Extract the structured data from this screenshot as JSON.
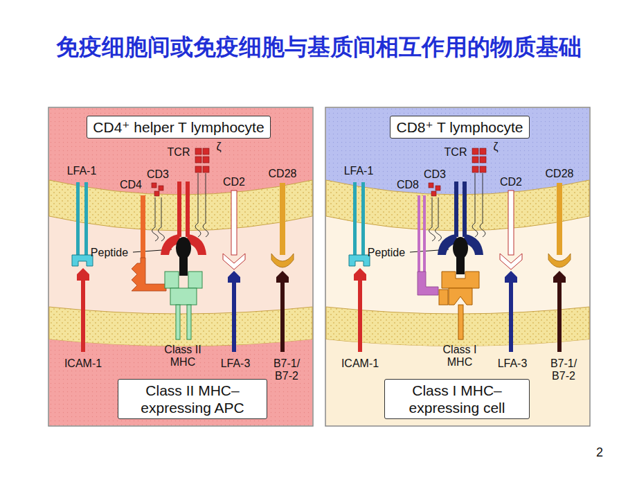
{
  "diagram": {
    "title": "免疫细胞间或免疫细胞与基质间相互作用的物质基础",
    "nodes": [
      {
        "text": [
          "CD4⁺ helper T lymphocyte"
        ]
      },
      {
        "text": [
          "Class II MHC– expressing APC"
        ]
      },
      {
        "text": [
          "CD8⁺ T lymphocyte"
        ]
      },
      {
        "text": [
          "Class I MHC– expressing cell"
        ]
      }
    ],
    "labels": [
      "TCR",
      "ζ",
      "LFA-1",
      "CD4",
      "CD3",
      "CD2",
      "CD28",
      "Peptide",
      "Class II MHC",
      "ICAM-1",
      "LFA-3",
      "B7-1/ B7-2",
      "TCR",
      "ζ",
      "LFA-1",
      "CD8",
      "CD3",
      "CD2",
      "CD28",
      "Peptide",
      "ICAM-1",
      "Class I MHC",
      "LFA-3",
      "B7-1/ B7-2",
      "2"
    ]
  }
}
